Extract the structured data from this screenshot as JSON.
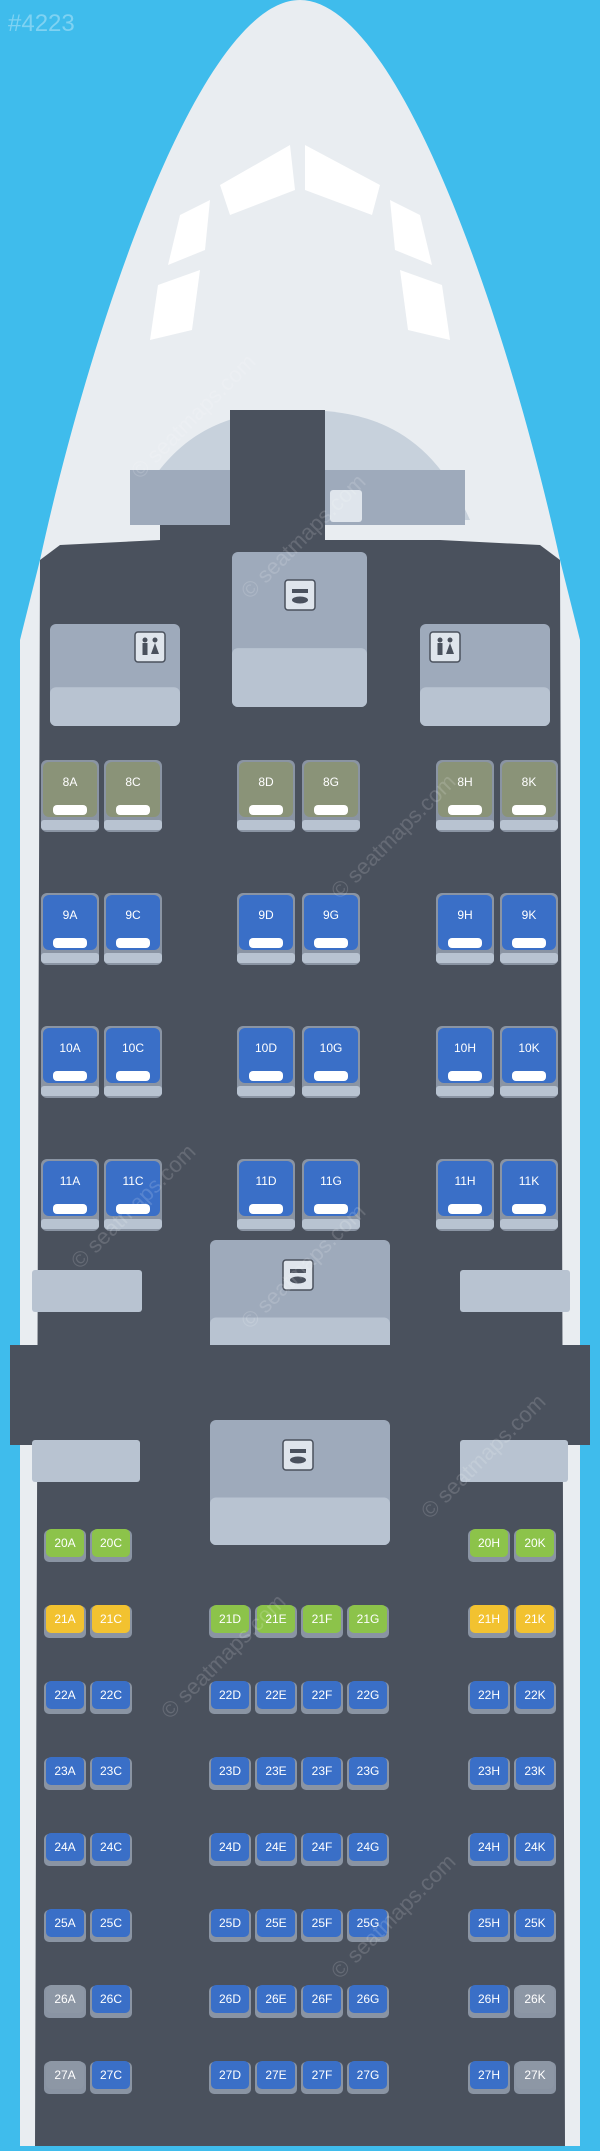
{
  "page_id": "#4223",
  "watermark": "© seatmaps.com",
  "colors": {
    "sky": "#3fbcec",
    "fuselage": "#e9edf1",
    "cabin_floor": "#4a515d",
    "business": "#3a6fc7",
    "economy": "#3a6fc7",
    "restricted": "#8a9378",
    "green": "#8cc34a",
    "yellow": "#f2c230",
    "gray": "#8d97a5"
  },
  "facilities": {
    "galley": "galley-icon",
    "lavatory": "lavatory-icon"
  },
  "business": [
    {
      "row": "8",
      "seats": [
        {
          "id": "8A",
          "type": "restricted"
        },
        {
          "id": "8C",
          "type": "restricted"
        },
        {
          "id": "8D",
          "type": "restricted"
        },
        {
          "id": "8G",
          "type": "restricted"
        },
        {
          "id": "8H",
          "type": "restricted"
        },
        {
          "id": "8K",
          "type": "restricted"
        }
      ]
    },
    {
      "row": "9",
      "seats": [
        {
          "id": "9A",
          "type": "business"
        },
        {
          "id": "9C",
          "type": "business"
        },
        {
          "id": "9D",
          "type": "business"
        },
        {
          "id": "9G",
          "type": "business"
        },
        {
          "id": "9H",
          "type": "business"
        },
        {
          "id": "9K",
          "type": "business"
        }
      ]
    },
    {
      "row": "10",
      "seats": [
        {
          "id": "10A",
          "type": "business"
        },
        {
          "id": "10C",
          "type": "business"
        },
        {
          "id": "10D",
          "type": "business"
        },
        {
          "id": "10G",
          "type": "business"
        },
        {
          "id": "10H",
          "type": "business"
        },
        {
          "id": "10K",
          "type": "business"
        }
      ]
    },
    {
      "row": "11",
      "seats": [
        {
          "id": "11A",
          "type": "business"
        },
        {
          "id": "11C",
          "type": "business"
        },
        {
          "id": "11D",
          "type": "business"
        },
        {
          "id": "11G",
          "type": "business"
        },
        {
          "id": "11H",
          "type": "business"
        },
        {
          "id": "11K",
          "type": "business"
        }
      ]
    }
  ],
  "economy": [
    {
      "row": "20",
      "seats": [
        {
          "id": "20A",
          "type": "green"
        },
        {
          "id": "20C",
          "type": "green"
        },
        {
          "id": "20H",
          "type": "green"
        },
        {
          "id": "20K",
          "type": "green"
        }
      ]
    },
    {
      "row": "21",
      "seats": [
        {
          "id": "21A",
          "type": "yellow"
        },
        {
          "id": "21C",
          "type": "yellow"
        },
        {
          "id": "21D",
          "type": "green"
        },
        {
          "id": "21E",
          "type": "green"
        },
        {
          "id": "21F",
          "type": "green"
        },
        {
          "id": "21G",
          "type": "green"
        },
        {
          "id": "21H",
          "type": "yellow"
        },
        {
          "id": "21K",
          "type": "yellow"
        }
      ]
    },
    {
      "row": "22",
      "seats": [
        {
          "id": "22A",
          "type": "economy"
        },
        {
          "id": "22C",
          "type": "economy"
        },
        {
          "id": "22D",
          "type": "economy"
        },
        {
          "id": "22E",
          "type": "economy"
        },
        {
          "id": "22F",
          "type": "economy"
        },
        {
          "id": "22G",
          "type": "economy"
        },
        {
          "id": "22H",
          "type": "economy"
        },
        {
          "id": "22K",
          "type": "economy"
        }
      ]
    },
    {
      "row": "23",
      "seats": [
        {
          "id": "23A",
          "type": "economy"
        },
        {
          "id": "23C",
          "type": "economy"
        },
        {
          "id": "23D",
          "type": "economy"
        },
        {
          "id": "23E",
          "type": "economy"
        },
        {
          "id": "23F",
          "type": "economy"
        },
        {
          "id": "23G",
          "type": "economy"
        },
        {
          "id": "23H",
          "type": "economy"
        },
        {
          "id": "23K",
          "type": "economy"
        }
      ]
    },
    {
      "row": "24",
      "seats": [
        {
          "id": "24A",
          "type": "economy"
        },
        {
          "id": "24C",
          "type": "economy"
        },
        {
          "id": "24D",
          "type": "economy"
        },
        {
          "id": "24E",
          "type": "economy"
        },
        {
          "id": "24F",
          "type": "economy"
        },
        {
          "id": "24G",
          "type": "economy"
        },
        {
          "id": "24H",
          "type": "economy"
        },
        {
          "id": "24K",
          "type": "economy"
        }
      ]
    },
    {
      "row": "25",
      "seats": [
        {
          "id": "25A",
          "type": "economy"
        },
        {
          "id": "25C",
          "type": "economy"
        },
        {
          "id": "25D",
          "type": "economy"
        },
        {
          "id": "25E",
          "type": "economy"
        },
        {
          "id": "25F",
          "type": "economy"
        },
        {
          "id": "25G",
          "type": "economy"
        },
        {
          "id": "25H",
          "type": "economy"
        },
        {
          "id": "25K",
          "type": "economy"
        }
      ]
    },
    {
      "row": "26",
      "seats": [
        {
          "id": "26A",
          "type": "gray"
        },
        {
          "id": "26C",
          "type": "economy"
        },
        {
          "id": "26D",
          "type": "economy"
        },
        {
          "id": "26E",
          "type": "economy"
        },
        {
          "id": "26F",
          "type": "economy"
        },
        {
          "id": "26G",
          "type": "economy"
        },
        {
          "id": "26H",
          "type": "economy"
        },
        {
          "id": "26K",
          "type": "gray"
        }
      ]
    },
    {
      "row": "27",
      "seats": [
        {
          "id": "27A",
          "type": "gray"
        },
        {
          "id": "27C",
          "type": "economy"
        },
        {
          "id": "27D",
          "type": "economy"
        },
        {
          "id": "27E",
          "type": "economy"
        },
        {
          "id": "27F",
          "type": "economy"
        },
        {
          "id": "27G",
          "type": "economy"
        },
        {
          "id": "27H",
          "type": "economy"
        },
        {
          "id": "27K",
          "type": "gray"
        }
      ]
    }
  ]
}
